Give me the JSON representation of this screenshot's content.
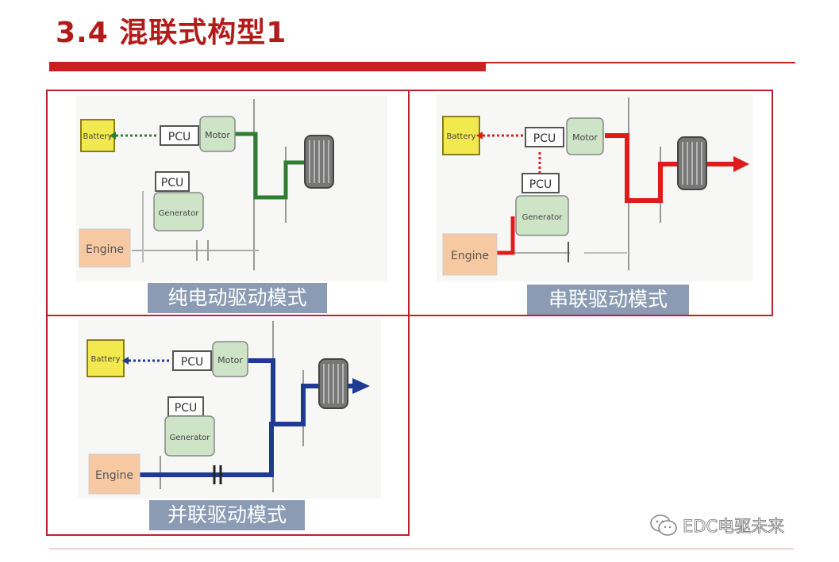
{
  "slide": {
    "title": "3.4 混联式构型1"
  },
  "panels": [
    {
      "caption": "纯电动驱动模式",
      "flow_color": "#2e7d32"
    },
    {
      "caption": "串联驱动模式",
      "flow_color": "#e01b1b"
    },
    {
      "caption": "并联驱动模式",
      "flow_color": "#1f3a93"
    }
  ],
  "labels": {
    "battery": "Battery",
    "pcu": "PCU",
    "motor": "Motor",
    "generator": "Generator",
    "engine": "Engine"
  },
  "colors": {
    "battery_fill": "#f2e94e",
    "module_fill": "#cde4c7",
    "engine_fill": "#f6c9a3",
    "accent": "#cc1f1f"
  },
  "watermark": {
    "text": "EDC电驱未来",
    "icon": "wechat-icon"
  }
}
